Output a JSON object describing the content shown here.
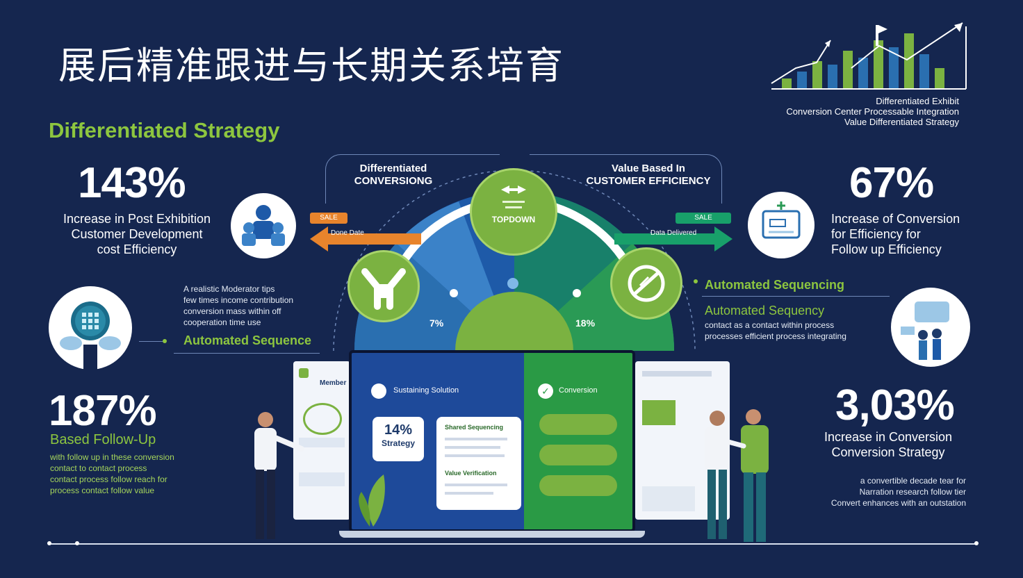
{
  "title": "展后精准跟进与长期关系培育",
  "subtitle": "Differentiated Strategy",
  "top_right": {
    "line1": "Differentiated Exhibit",
    "line2": "Conversion Center Processable Integration",
    "line3": "Value Differentiated Strategy"
  },
  "left_stats": [
    {
      "value": "143%",
      "desc1": "Increase in Post Exhibition",
      "desc2": "Customer Development",
      "desc3": "cost Efficiency"
    },
    {
      "value": "187%",
      "heading": "Based Follow-Up",
      "lines": [
        "with follow up in these conversion",
        "contact to contact process",
        "contact process follow reach for",
        "process contact follow value"
      ]
    }
  ],
  "right_stats": [
    {
      "value": "67%",
      "desc1": "Increase of Conversion",
      "desc2": "for Efficiency for",
      "desc3": "Follow up Efficiency"
    },
    {
      "value": "3,03%",
      "desc1": "Increase in Conversion",
      "desc2": "Conversion Strategy",
      "lines": [
        "a convertible decade tear for",
        "Narration research follow tier",
        "Convert enhances with an outstation"
      ]
    }
  ],
  "left_mid": {
    "note_lines": [
      "A realistic Moderator tips",
      "few times income contribution",
      "conversion mass within off",
      "cooperation time use"
    ],
    "label": "Automated Sequence"
  },
  "right_mid": {
    "label1": "Automated Sequencing",
    "label2": "Automated Sequency",
    "lines": [
      "contact as a contact within process",
      "processes efficient process integrating"
    ]
  },
  "arc": {
    "left_label_line1": "Differentiated",
    "left_label_line2": "CONVERSIONG",
    "right_label_line1": "Value Based In",
    "right_label_line2": "CUSTOMER EFFICIENCY",
    "center_top": "TOPDOWN",
    "left_pct": "7%",
    "right_pct": "18%",
    "left_arrow_tag": "SALE",
    "left_arrow_sub": "Done Date",
    "right_arrow_tag": "SALE",
    "right_arrow_sub": "Data Delivered"
  },
  "laptop": {
    "left_header": "Sustaining Solution",
    "right_header": "Conversion",
    "card_value": "14%",
    "card_sub": "Strategy",
    "doc_title": "Shared Sequencing",
    "doc_sub": "Value Verification"
  },
  "side_panel_label": "Member",
  "colors": {
    "background": "#15264f",
    "accent_green": "#8dc63f",
    "orange": "#e8842c",
    "teal_green": "#18a06a",
    "blue": "#1e5aa8"
  }
}
